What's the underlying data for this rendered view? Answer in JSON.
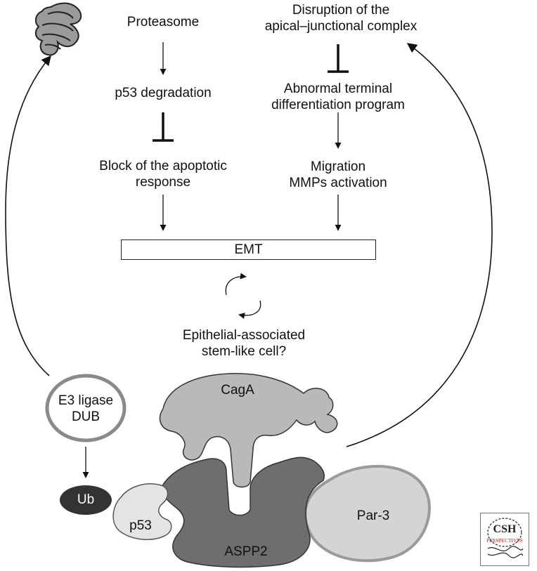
{
  "nodes": {
    "proteasome": "Proteasome",
    "p53_degradation": "p53 degradation",
    "block_line1": "Block of the apoptotic",
    "block_line2": "response",
    "disruption_line1": "Disruption of the",
    "disruption_line2": "apical–junctional complex",
    "abnormal_line1": "Abnormal terminal",
    "abnormal_line2": "differentiation program",
    "migration_line1": "Migration",
    "migration_line2": "MMPs activation",
    "emt": "EMT",
    "stem_line1": "Epithelial-associated",
    "stem_line2": "stem-like cell?",
    "e3_line1": "E3 ligase",
    "e3_line2": "DUB",
    "ub": "Ub",
    "cagA": "CagA",
    "aspp2": "ASPP2",
    "p53": "p53",
    "par3": "Par-3"
  },
  "logo": {
    "text": "CSH",
    "subtext": "PERSPECTIVES"
  },
  "colors": {
    "cagA_fill": "#b9b9b9",
    "aspp2_fill": "#6e6e6e",
    "par3_fill": "#d4d4d4",
    "p53_fill": "#e4e4e4",
    "ub_fill": "#333333",
    "e3_ring": "#8a8a8a"
  }
}
